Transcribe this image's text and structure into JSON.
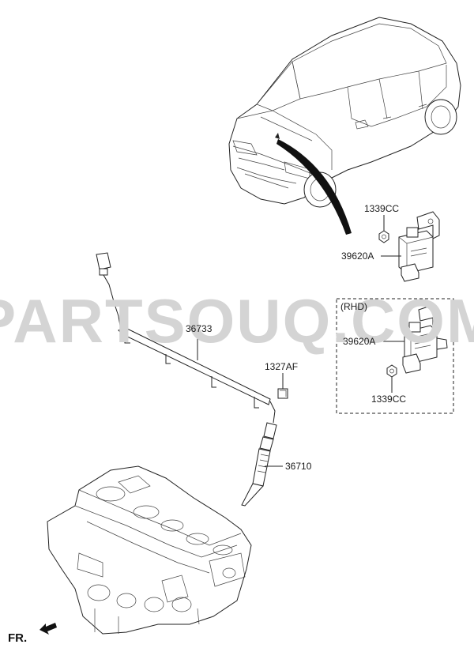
{
  "watermark": "PARTSOUQ.COM",
  "callouts": {
    "nut_top": "1339CC",
    "sensor_top": "39620A",
    "rhd_box": "(RHD)",
    "sensor_rhd": "39620A",
    "nut_rhd": "1339CC",
    "harness": "36733",
    "clip": "1327AF",
    "glow_plug": "36710"
  },
  "direction_marker": "FR.",
  "colors": {
    "line": "#222222",
    "watermark": "#d4d4d4"
  }
}
